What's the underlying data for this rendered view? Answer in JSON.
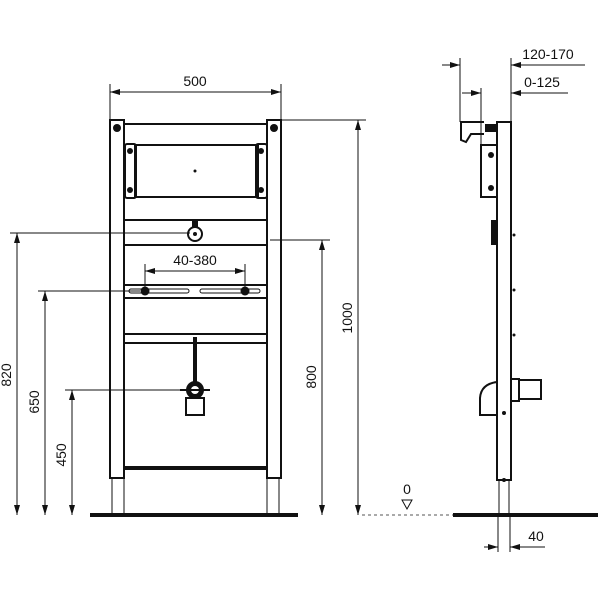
{
  "front_view": {
    "dimensions": {
      "width": "500",
      "height_total": "1000",
      "height_820": "820",
      "height_650": "650",
      "height_450": "450",
      "height_800": "800",
      "bolt_spacing": "40-380"
    },
    "floor_level": "0"
  },
  "side_view": {
    "dimensions": {
      "depth_range": "120-170",
      "adjust_range": "0-125",
      "post_width": "40"
    }
  },
  "colors": {
    "line": "#111111",
    "background": "#ffffff"
  }
}
